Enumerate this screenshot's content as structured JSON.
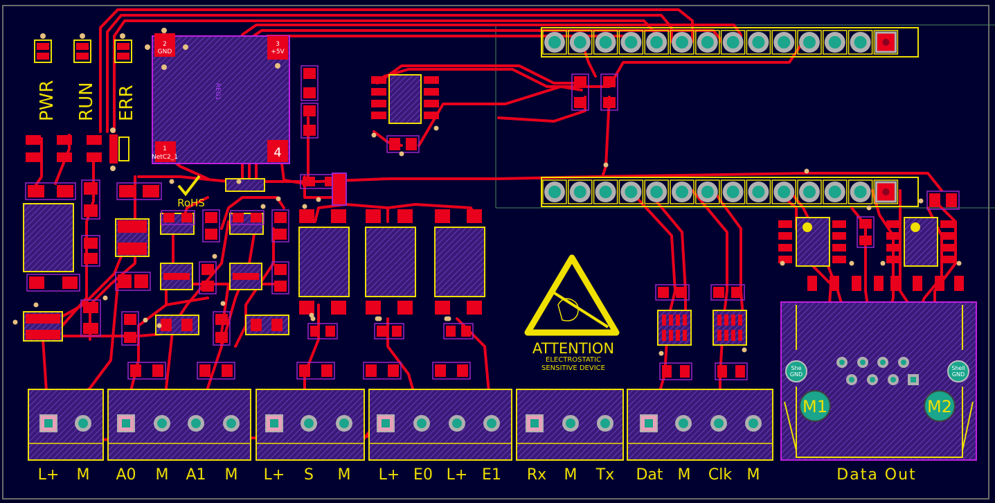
{
  "silkscreen": {
    "leds": [
      "PWR",
      "RUN",
      "ERR"
    ],
    "rohs": "RoHS",
    "esd": {
      "title": "ATTENTION",
      "line1": "ELECTROSTATIC",
      "line2": "SENSITIVE DEVICE"
    },
    "connector_labels": [
      "L+",
      "M",
      "A0",
      "M",
      "A1",
      "M",
      "L+",
      "S",
      "M",
      "L+",
      "E0",
      "L+",
      "E1",
      "Rx",
      "M",
      "Tx",
      "Dat",
      "M",
      "Clk",
      "M"
    ],
    "data_out": "Data Out",
    "mounts": [
      "M1",
      "M2"
    ],
    "shell_left": [
      "She",
      "GND"
    ],
    "shell_right": [
      "Shell",
      "GND"
    ]
  },
  "module": {
    "pad1": {
      "num": "1",
      "net": "NetC2_1"
    },
    "pad2": {
      "num": "2",
      "net": "GND"
    },
    "pad3": {
      "num": "3",
      "net": "+5V"
    },
    "pad4": "4",
    "designator": "REG1"
  },
  "colors": {
    "board": "#000028",
    "copper": "#e8001c",
    "silk": "#f0e000",
    "pad": "#b0b0b0",
    "hole": "#1aa58c",
    "overlay": "#9a26c8"
  }
}
